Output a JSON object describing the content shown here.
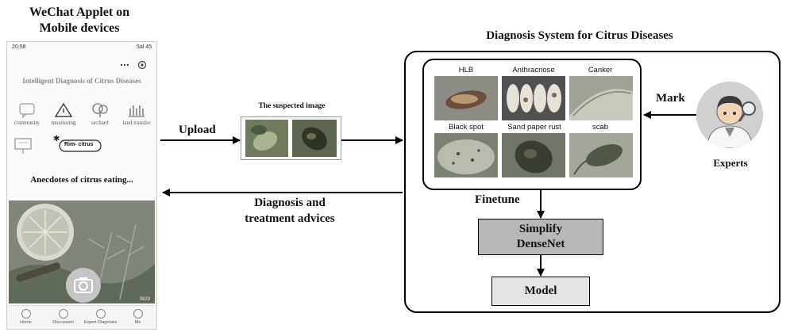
{
  "phone": {
    "title_line1": "WeChat Applet on",
    "title_line2": "Mobile devices",
    "status_time": "20:58",
    "status_right": "5al 45",
    "app_title": "Intelligent Diagnosis of Citrus Diseases",
    "menu": [
      "community",
      "monitoring",
      "orchard",
      "land transfer"
    ],
    "tag_label": "Rim- citrus",
    "anecdote": "Anecdotes of citrus eating...",
    "photo_count": "0823",
    "nav": [
      "Home",
      "Discussion",
      "Expert Diagnosis",
      "Me"
    ]
  },
  "flow": {
    "upload": "Upload",
    "suspected_image": "The suspected image",
    "diagnosis_line1": "Diagnosis and",
    "diagnosis_line2": "treatment advices"
  },
  "system": {
    "title": "Diagnosis System for Citrus Diseases",
    "diseases": [
      "HLB",
      "Anthracnose",
      "Canker",
      "Black spot",
      "Sand paper rust",
      "scab"
    ],
    "finetune": "Finetune",
    "simplify_line1": "Simplify",
    "simplify_line2": "DenseNet",
    "model": "Model",
    "mark": "Mark",
    "experts": "Experts"
  },
  "colors": {
    "simplify_fill": "#b8b8b8",
    "model_fill": "#e4e4e4",
    "line": "#000000"
  }
}
